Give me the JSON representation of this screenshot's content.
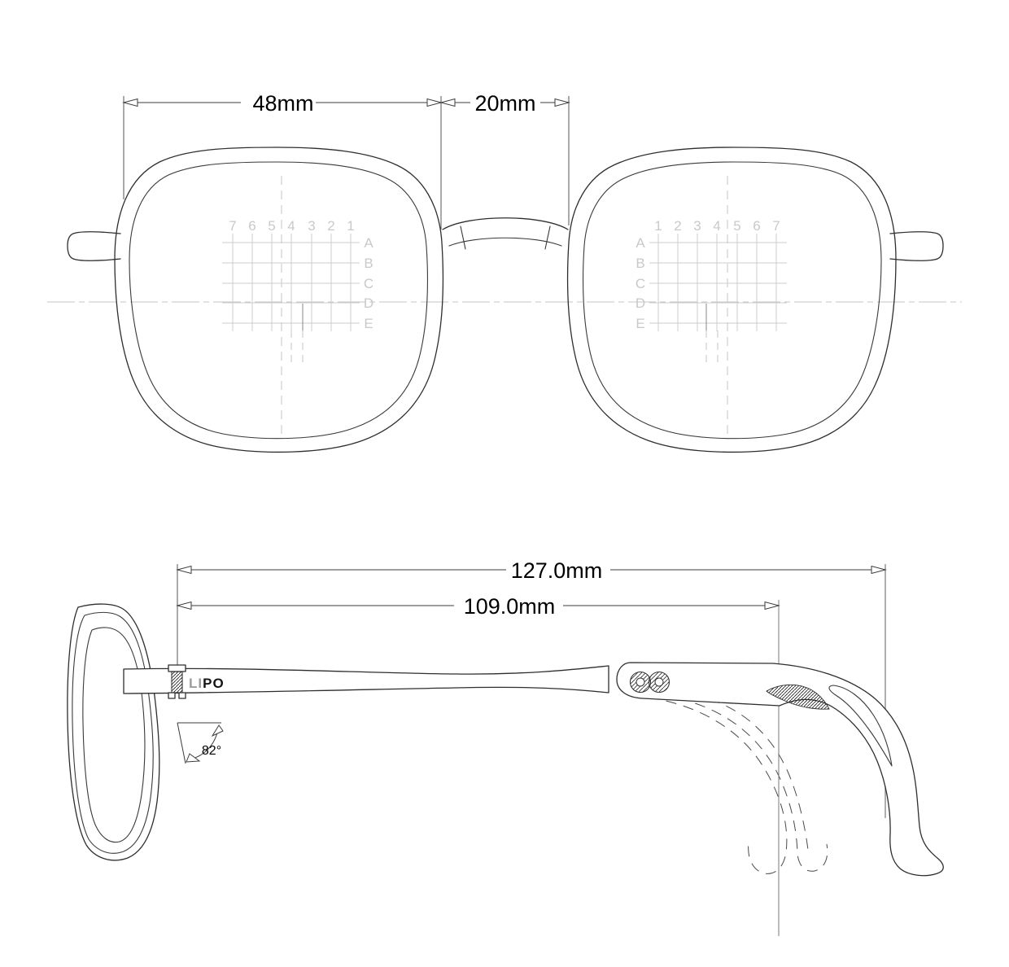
{
  "drawing": {
    "front": {
      "lens_width_label": "48mm",
      "bridge_width_label": "20mm",
      "grid_columns_left": [
        "7",
        "6",
        "5",
        "4",
        "3",
        "2",
        "1"
      ],
      "grid_columns_right": [
        "1",
        "2",
        "3",
        "4",
        "5",
        "6",
        "7"
      ],
      "grid_rows_left": [
        "A",
        "B",
        "C",
        "D",
        "E"
      ],
      "grid_rows_right": [
        "A",
        "B",
        "C",
        "D",
        "E"
      ]
    },
    "side": {
      "overall_length_label": "127.0mm",
      "temple_length_label": "109.0mm",
      "pantoscopic_angle_label": "82°",
      "brand_logo": {
        "part1": "LI",
        "part2": "PO"
      },
      "emblem_icon": "infinity-circles-logo",
      "hinge_icon": "hinge-screw"
    },
    "colors": {
      "line": "#2e2e2e",
      "grid": "#cccccc",
      "dimension": "#3c3c3c",
      "logo_gray": "#9b9b9b",
      "logo_black": "#141414",
      "background": "#ffffff"
    }
  }
}
